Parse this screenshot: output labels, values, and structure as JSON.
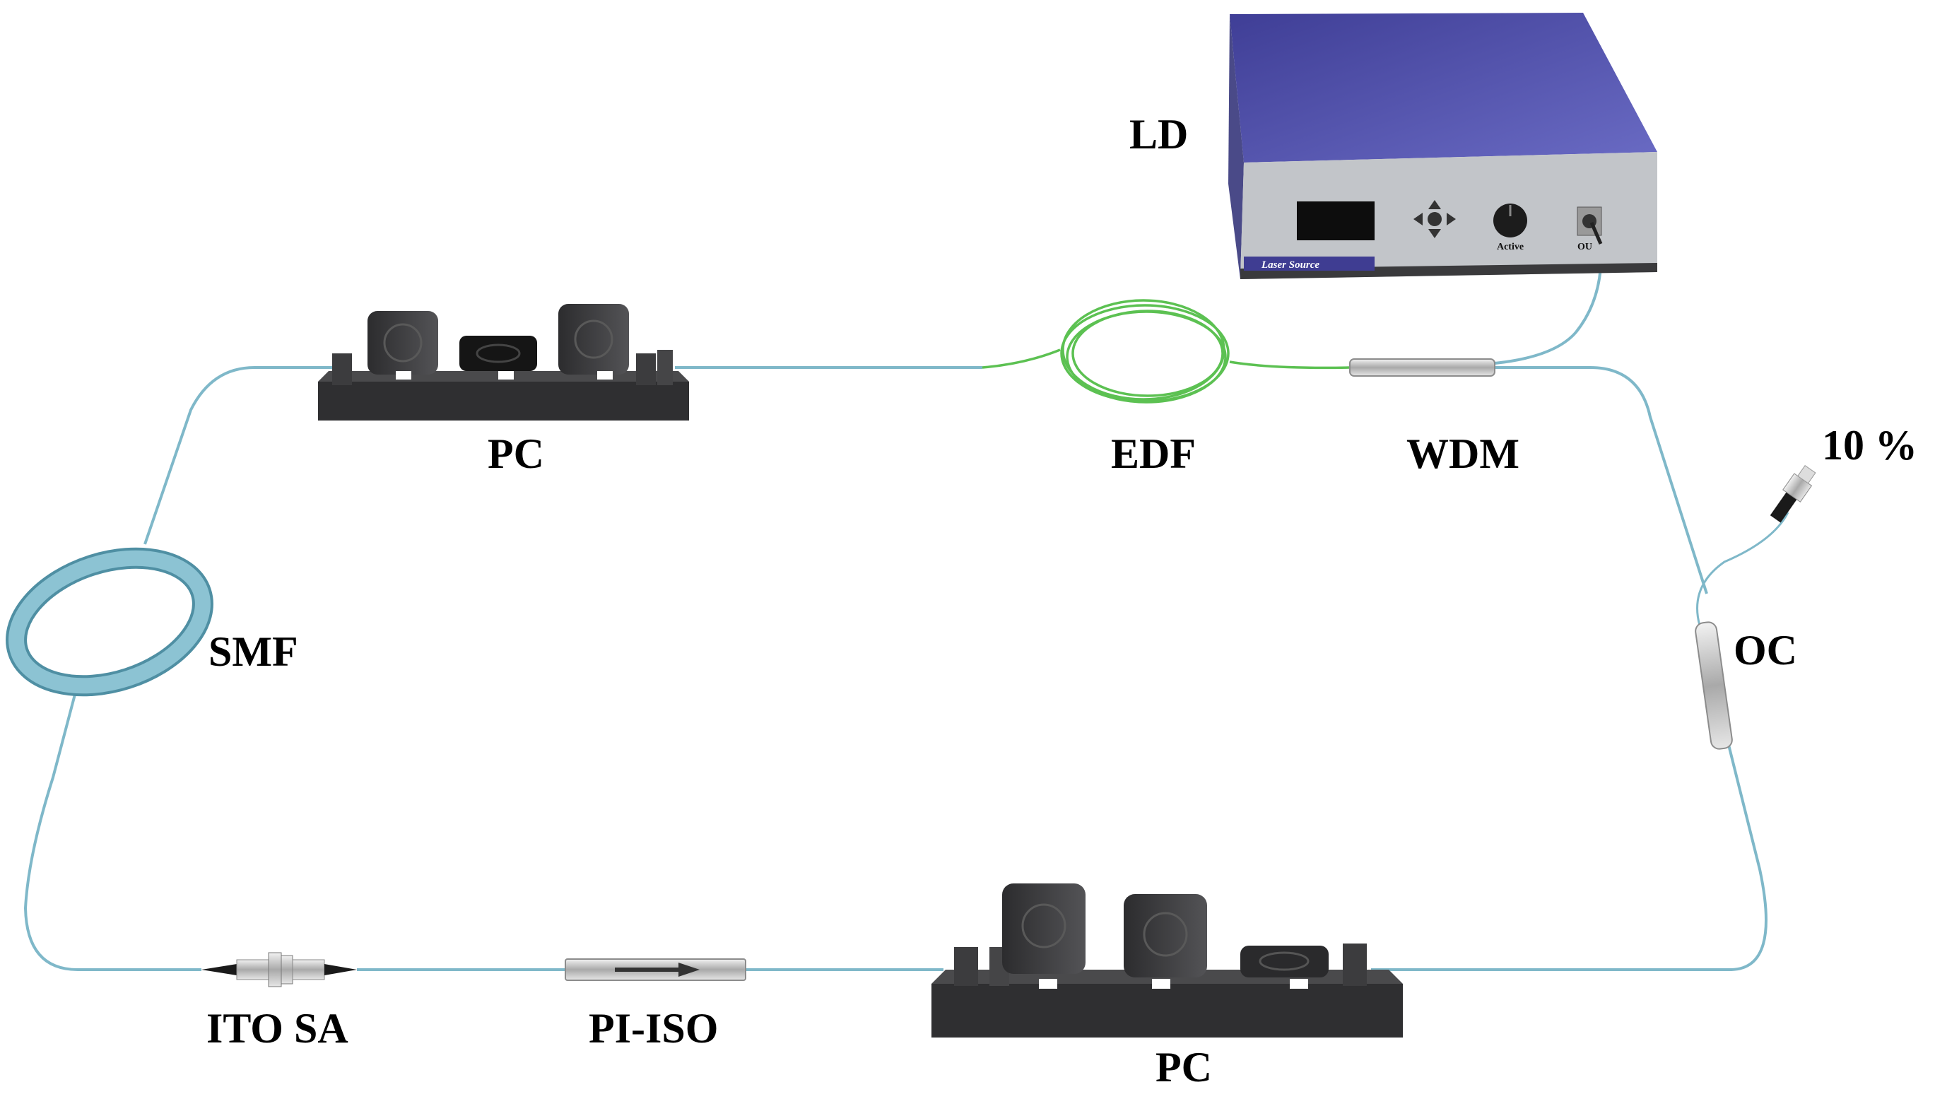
{
  "labels": {
    "ld": "LD",
    "pc_top": "PC",
    "edf": "EDF",
    "wdm": "WDM",
    "output_ratio": "10 %",
    "smf": "SMF",
    "oc": "OC",
    "ito_sa": "ITO SA",
    "pi_iso": "PI-ISO",
    "pc_bottom": "PC"
  },
  "laser_source": {
    "brand_text": "Laser Source",
    "knob_text": "Active",
    "port_text": "OU"
  },
  "colors": {
    "fiber": "#7fb8c9",
    "edf": "#5cc152",
    "smf_coil": "#6fa9bb",
    "pc_body": "#3f3f41",
    "laser_top": "#5150a8",
    "laser_panel": "#c2c5c9",
    "coupler": "#bdbdbd"
  },
  "icons": [
    "arrow-keypad-icon",
    "knob-icon",
    "fiber-connector-icon",
    "isolator-arrow-icon"
  ]
}
